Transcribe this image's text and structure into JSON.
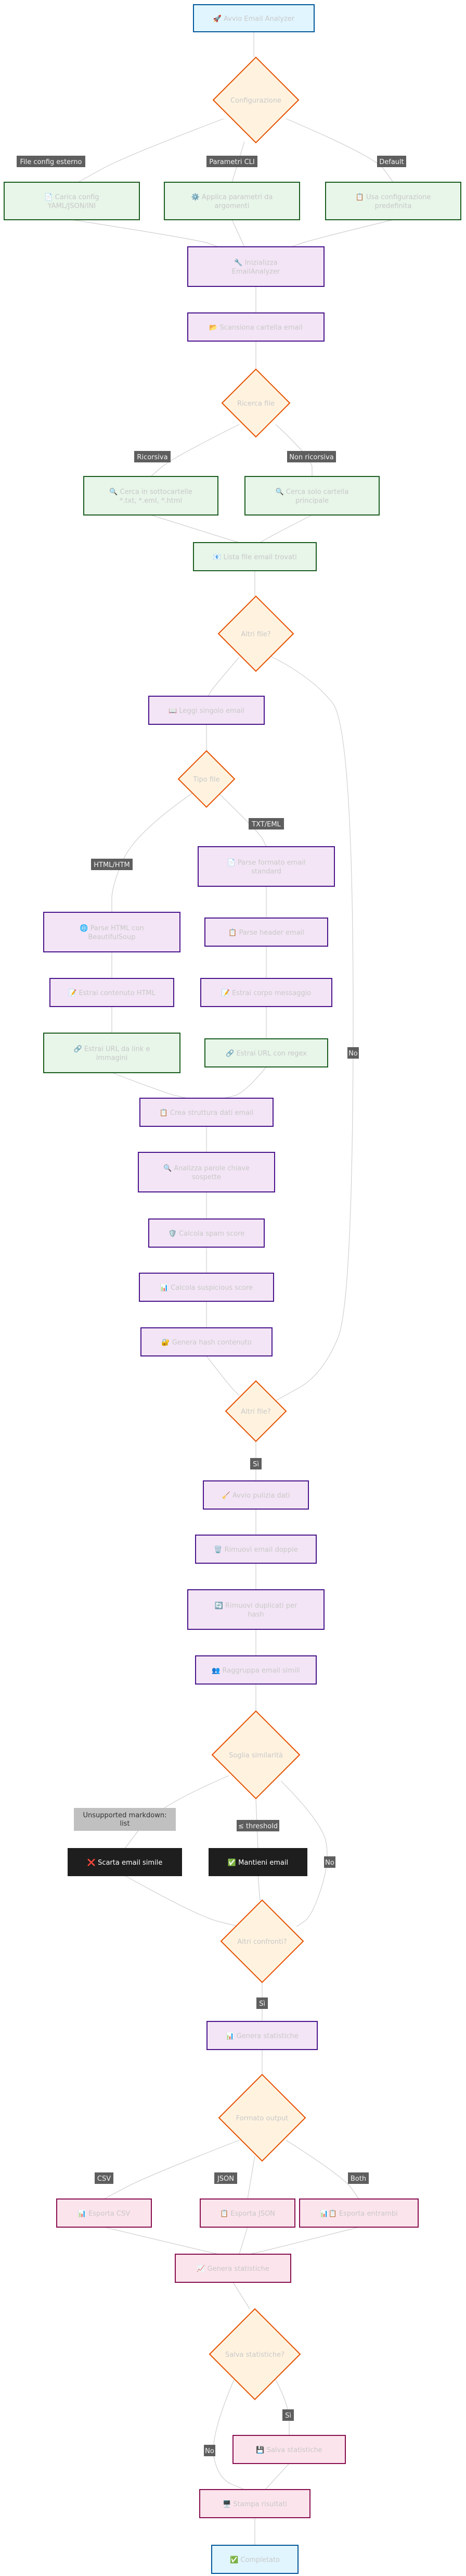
{
  "colors": {
    "blue_fill": "#e1f5fe",
    "blue_stroke": "#01579b",
    "orange_fill": "#fff3e0",
    "orange_stroke": "#e65100",
    "green_fill": "#e8f5e9",
    "green_stroke": "#1b5e20",
    "purple_fill": "#f3e5f5",
    "purple_stroke": "#4a148c",
    "pink_fill": "#fce4ec",
    "pink_stroke": "#880e4f",
    "dark_fill": "#1e1e1e",
    "gray_fill": "#bdbdbd",
    "edge": "#cfcfcf",
    "label_bg": "#555555",
    "text": "#c8c8c8"
  },
  "nodes": [
    {
      "id": "start",
      "lines": [
        "🚀 Avvio Email Analyzer"
      ],
      "style": "blue"
    },
    {
      "id": "config",
      "lines": [
        "Configurazione"
      ],
      "style": "orange"
    },
    {
      "id": "load_ext",
      "lines": [
        "📄 Carica config",
        "YAML/JSON/INI"
      ],
      "style": "green"
    },
    {
      "id": "apply_cli",
      "lines": [
        "⚙️ Applica parametri da",
        "argomenti"
      ],
      "style": "green"
    },
    {
      "id": "default_cfg",
      "lines": [
        "📋 Usa configurazione",
        "predefinita"
      ],
      "style": "green"
    },
    {
      "id": "init",
      "lines": [
        "🔧 Inizializza",
        "EmailAnalyzer"
      ],
      "style": "purple"
    },
    {
      "id": "scan_folder",
      "lines": [
        "📂 Scansiona cartella email"
      ],
      "style": "purple"
    },
    {
      "id": "search_files",
      "lines": [
        "Ricerca file"
      ],
      "style": "orange"
    },
    {
      "id": "search_rec",
      "lines": [
        "🔍 Cerca in sottocartelle",
        "*.txt, *.eml, *.html"
      ],
      "style": "green"
    },
    {
      "id": "search_nonrec",
      "lines": [
        "🔍 Cerca solo cartella",
        "principale"
      ],
      "style": "green"
    },
    {
      "id": "file_list",
      "lines": [
        "📧 Lista file email trovati"
      ],
      "style": "green"
    },
    {
      "id": "more_files",
      "lines": [
        "Altri file?"
      ],
      "style": "orange"
    },
    {
      "id": "read_file",
      "lines": [
        "📖 Leggi singolo email"
      ],
      "style": "purple"
    },
    {
      "id": "file_type",
      "lines": [
        "Tipo file"
      ],
      "style": "orange"
    },
    {
      "id": "parse_html",
      "lines": [
        "🌐 Parse HTML con",
        "BeautifulSoup"
      ],
      "style": "purple"
    },
    {
      "id": "extract_html",
      "lines": [
        "📝 Estrai contenuto HTML"
      ],
      "style": "purple"
    },
    {
      "id": "url_tags",
      "lines": [
        "🔗 Estrai URL da link e",
        "immagini"
      ],
      "style": "green"
    },
    {
      "id": "parse_email",
      "lines": [
        "📄 Parse formato email",
        "standard"
      ],
      "style": "purple"
    },
    {
      "id": "headers",
      "lines": [
        "📋 Parse header email"
      ],
      "style": "purple"
    },
    {
      "id": "extract_msg",
      "lines": [
        "📝 Estrai corpo messaggio"
      ],
      "style": "purple"
    },
    {
      "id": "url_regex",
      "lines": [
        "🔗 Estrai URL con regex"
      ],
      "style": "green"
    },
    {
      "id": "email_struct",
      "lines": [
        "📋 Crea struttura dati email"
      ],
      "style": "purple"
    },
    {
      "id": "phishing",
      "lines": [
        "🔍 Analizza parole chiave",
        "sospette"
      ],
      "style": "purple"
    },
    {
      "id": "spam",
      "lines": [
        "🛡️ Calcola spam score"
      ],
      "style": "purple"
    },
    {
      "id": "suspicious",
      "lines": [
        "📊 Calcola suspicious score"
      ],
      "style": "purple"
    },
    {
      "id": "hash",
      "lines": [
        "🔐 Genera hash contenuto"
      ],
      "style": "purple"
    },
    {
      "id": "all_done",
      "lines": [
        "Altri file?"
      ],
      "style": "orange"
    },
    {
      "id": "start_filter",
      "lines": [
        "🧹 Avvio pulizia dati"
      ],
      "style": "purple"
    },
    {
      "id": "dedup",
      "lines": [
        "🗑️ Rimuovi email doppie"
      ],
      "style": "purple"
    },
    {
      "id": "hash_dedup",
      "lines": [
        "🔄 Rimuovi duplicati per",
        "hash"
      ],
      "style": "purple"
    },
    {
      "id": "group_similar",
      "lines": [
        "👥 Raggruppa email simili"
      ],
      "style": "purple"
    },
    {
      "id": "similarity",
      "lines": [
        "Soglia similarità"
      ],
      "style": "orange"
    },
    {
      "id": "discard",
      "lines": [
        "❌ Scarta email simile"
      ],
      "style": "dark"
    },
    {
      "id": "keep",
      "lines": [
        "✅ Mantieni email"
      ],
      "style": "dark"
    },
    {
      "id": "more_groups",
      "lines": [
        "Altri confronti?"
      ],
      "style": "orange"
    },
    {
      "id": "stats",
      "lines": [
        "📊 Genera statistiche"
      ],
      "style": "purple"
    },
    {
      "id": "format",
      "lines": [
        "Formato output"
      ],
      "style": "orange"
    },
    {
      "id": "csv",
      "lines": [
        "📊 Esporta CSV"
      ],
      "style": "pink"
    },
    {
      "id": "json",
      "lines": [
        "📋 Esporta JSON"
      ],
      "style": "pink"
    },
    {
      "id": "both",
      "lines": [
        "📊📋 Esporta entrambi"
      ],
      "style": "pink"
    },
    {
      "id": "finalize",
      "lines": [
        "📈 Genera statistiche"
      ],
      "style": "pink"
    },
    {
      "id": "save_stats",
      "lines": [
        "Salva statistiche?"
      ],
      "style": "orange"
    },
    {
      "id": "save_json",
      "lines": [
        "💾 Salva statistiche"
      ],
      "style": "pink"
    },
    {
      "id": "print_stats",
      "lines": [
        "🖥️ Stampa risultati"
      ],
      "style": "pink"
    },
    {
      "id": "end",
      "lines": [
        "✅ Completato"
      ],
      "style": "blue"
    }
  ],
  "edge_labels": [
    {
      "id": "lbl-file-config",
      "text": "File config esterno"
    },
    {
      "id": "lbl-params-cli",
      "text": "Parametri CLI"
    },
    {
      "id": "lbl-default",
      "text": "Default"
    },
    {
      "id": "lbl-recursive",
      "text": "Ricorsiva"
    },
    {
      "id": "lbl-non-recursive",
      "text": "Non ricorsiva"
    },
    {
      "id": "lbl-html",
      "text": "HTML/HTM"
    },
    {
      "id": "lbl-txt-eml",
      "text": "TXT/EML"
    },
    {
      "id": "lbl-si-1",
      "text": "Sì"
    },
    {
      "id": "lbl-no-1",
      "text": "No"
    },
    {
      "id": "lbl-unsupported",
      "text": "Unsupported markdown: list",
      "style": "light"
    },
    {
      "id": "lbl-threshold",
      "text": "≤ threshold"
    },
    {
      "id": "lbl-si-2",
      "text": "Sì"
    },
    {
      "id": "lbl-no-2",
      "text": "No"
    },
    {
      "id": "lbl-csv",
      "text": "CSV"
    },
    {
      "id": "lbl-json",
      "text": "JSON"
    },
    {
      "id": "lbl-both",
      "text": "Both"
    },
    {
      "id": "lbl-si-3",
      "text": "Sì"
    },
    {
      "id": "lbl-no-3",
      "text": "No"
    }
  ]
}
